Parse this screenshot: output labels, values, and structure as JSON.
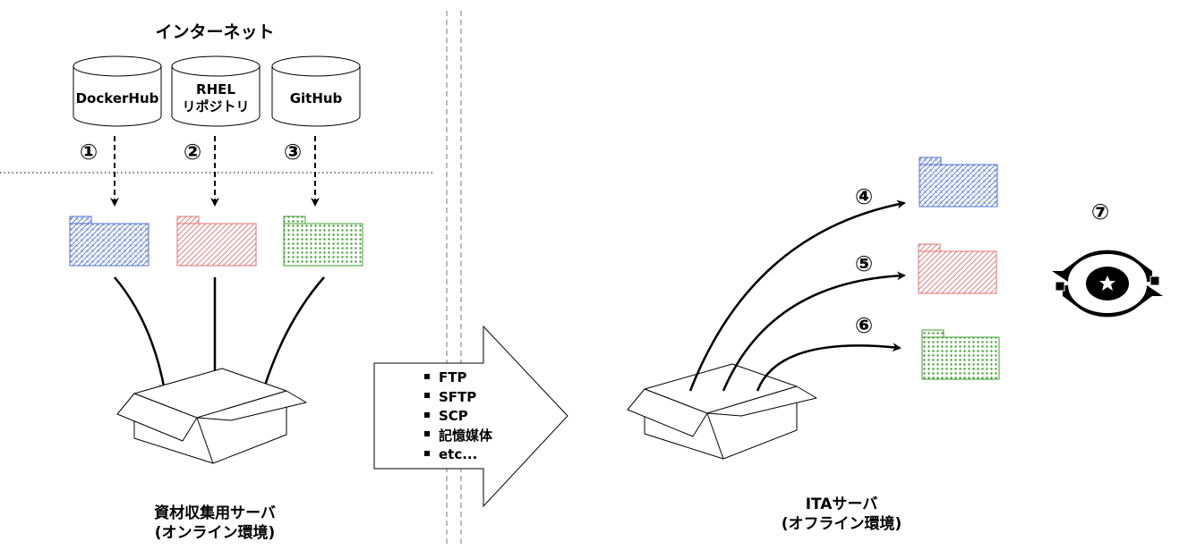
{
  "internet_label": "インターネット",
  "repositories": [
    {
      "label_lines": [
        "DockerHub"
      ],
      "step": "①",
      "color": "#4f6fd0"
    },
    {
      "label_lines": [
        "RHEL",
        "リポジトリ"
      ],
      "step": "②",
      "color": "#e07070"
    },
    {
      "label_lines": [
        "GitHub"
      ],
      "step": "③",
      "color": "#3f9f2f"
    }
  ],
  "transfer_methods": [
    "FTP",
    "SFTP",
    "SCP",
    "記憶媒体",
    "etc..."
  ],
  "collection_server": {
    "line1": "資材収集用サーバ",
    "line2": "(オンライン環境)"
  },
  "ita_server": {
    "line1": "ITAサーバ",
    "line2": "(オフライン環境)"
  },
  "deploy_steps": [
    "④",
    "⑤",
    "⑥"
  ],
  "final_step": "⑦",
  "ita_logo": "ita-logo-icon"
}
